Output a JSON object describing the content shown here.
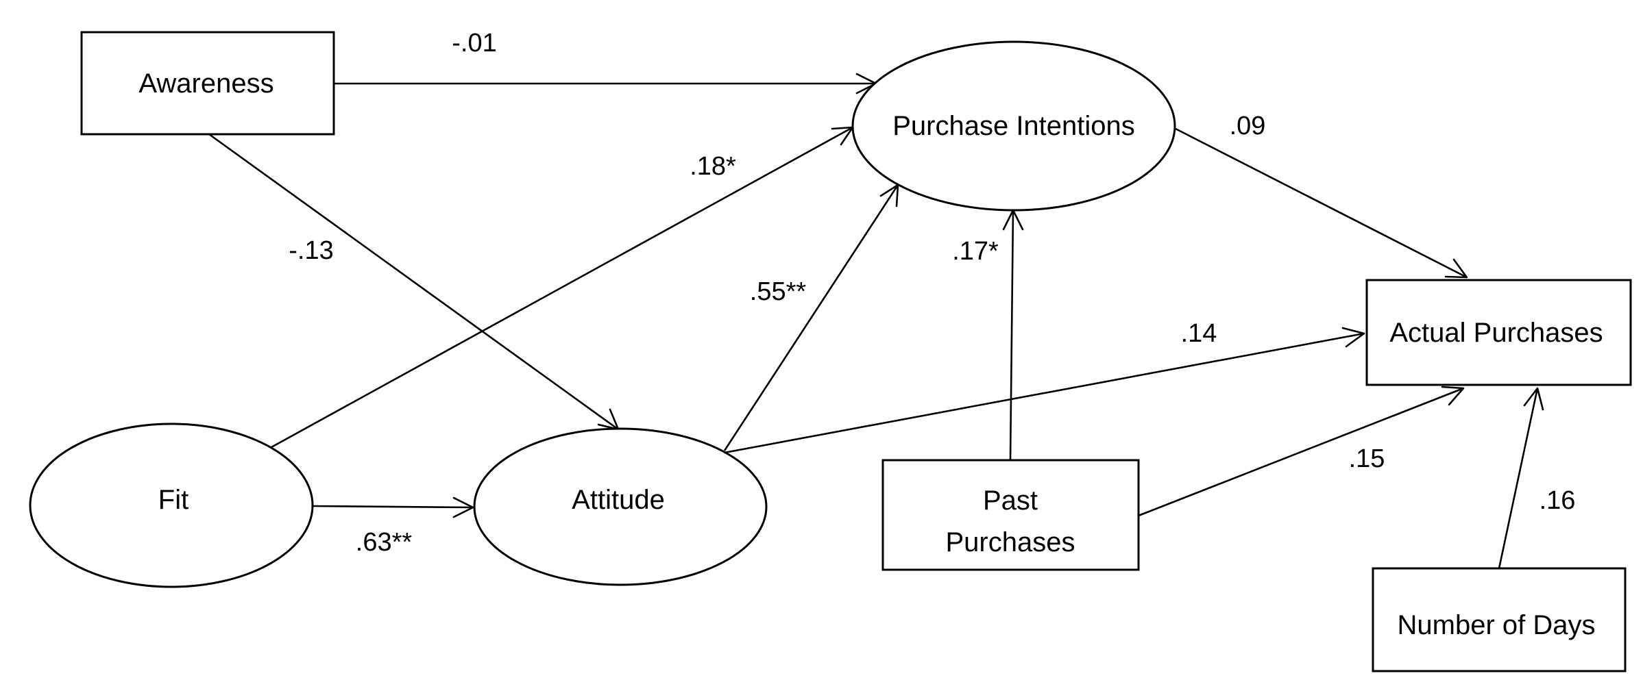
{
  "nodes": {
    "awareness": {
      "label": "Awareness",
      "shape": "rectangle"
    },
    "purchase_intentions": {
      "label": "Purchase Intentions",
      "shape": "ellipse"
    },
    "actual_purchases": {
      "label": "Actual Purchases",
      "shape": "rectangle"
    },
    "fit": {
      "label": "Fit",
      "shape": "ellipse"
    },
    "attitude": {
      "label": "Attitude",
      "shape": "ellipse"
    },
    "past_purchases": {
      "label_lines": [
        "Past",
        "Purchases"
      ],
      "shape": "rectangle"
    },
    "number_of_days": {
      "label": "Number of Days",
      "shape": "rectangle"
    }
  },
  "edges": [
    {
      "from": "awareness",
      "to": "purchase_intentions",
      "coefficient": "-.01"
    },
    {
      "from": "awareness",
      "to": "attitude",
      "coefficient": "-.13"
    },
    {
      "from": "fit",
      "to": "purchase_intentions",
      "coefficient": ".18*"
    },
    {
      "from": "fit",
      "to": "attitude",
      "coefficient": ".63**"
    },
    {
      "from": "attitude",
      "to": "purchase_intentions",
      "coefficient": ".55**"
    },
    {
      "from": "attitude",
      "to": "actual_purchases",
      "coefficient": ".14"
    },
    {
      "from": "past_purchases",
      "to": "purchase_intentions",
      "coefficient": ".17*"
    },
    {
      "from": "past_purchases",
      "to": "actual_purchases",
      "coefficient": ".15"
    },
    {
      "from": "purchase_intentions",
      "to": "actual_purchases",
      "coefficient": ".09"
    },
    {
      "from": "number_of_days",
      "to": "actual_purchases",
      "coefficient": ".16"
    }
  ],
  "colors": {
    "stroke": "#000000",
    "background": "#ffffff"
  }
}
